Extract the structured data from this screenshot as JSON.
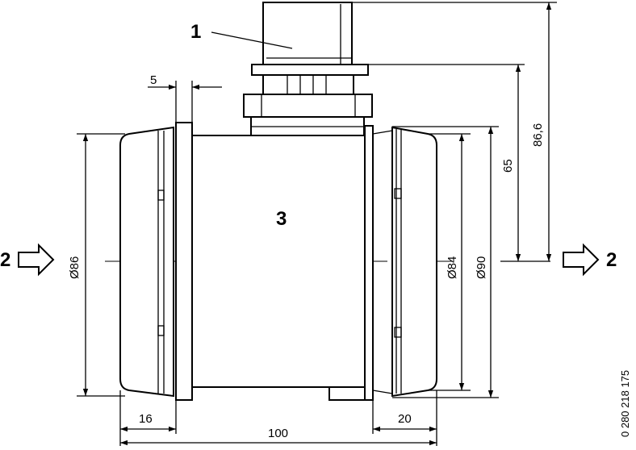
{
  "labels": {
    "connector": "1",
    "flow_in": "2",
    "flow_out": "2",
    "housing": "3"
  },
  "dimensions": {
    "flange_thickness": "5",
    "inlet_diameter": "Ø86",
    "left_length": "16",
    "total_length": "100",
    "right_length": "20",
    "bore_diameter": "Ø84",
    "outlet_diameter": "Ø90",
    "height_to_flange": "65",
    "height_total": "86,6"
  },
  "part_number": "0 280 218 175",
  "icons": [
    "flow-arrow-right-icon",
    "dimension-arrow-icon"
  ]
}
